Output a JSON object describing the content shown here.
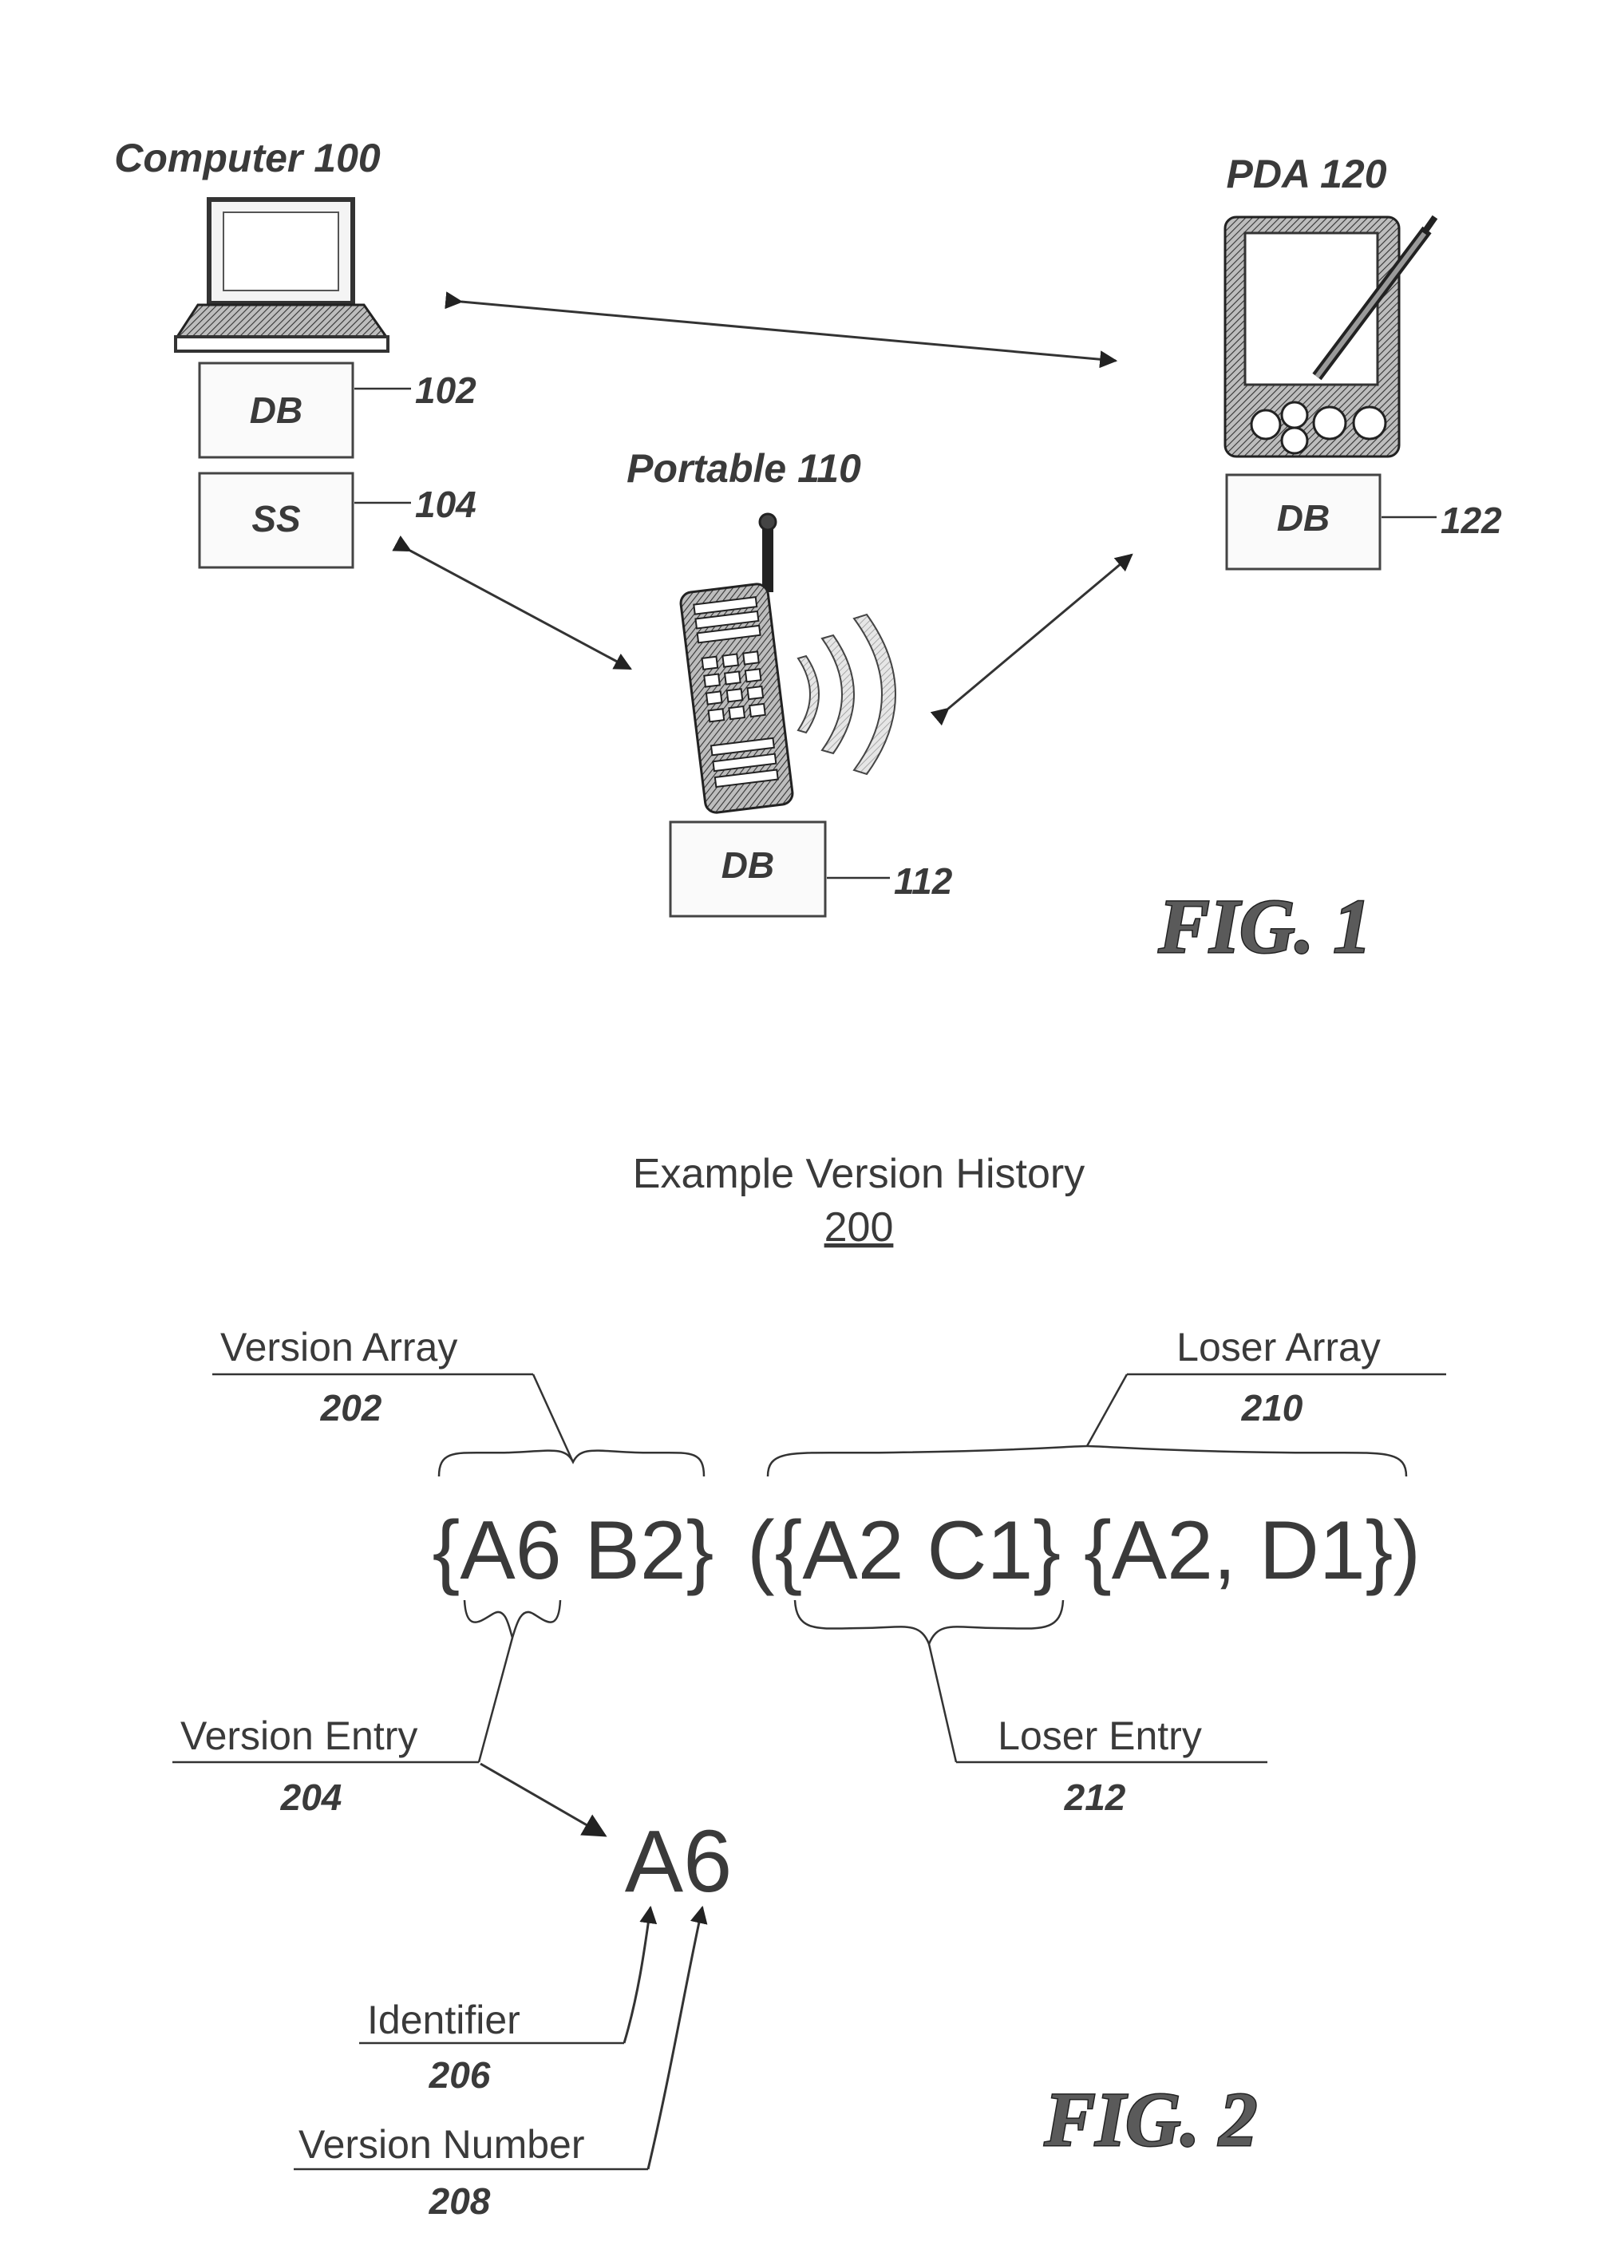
{
  "fig1": {
    "computer_label": "Computer 100",
    "pda_label": "PDA 120",
    "portable_label": "Portable 110",
    "db_computer": "DB",
    "ss_computer": "SS",
    "db_pda": "DB",
    "db_portable": "DB",
    "ref_102": "102",
    "ref_104": "104",
    "ref_122": "122",
    "ref_112": "112",
    "caption": "FIG. 1"
  },
  "fig2": {
    "title": "Example Version History",
    "title_ref": "200",
    "version_array_label": "Version Array",
    "version_array_ref": "202",
    "loser_array_label": "Loser Array",
    "loser_array_ref": "210",
    "version_array_expr": "{A6 B2}",
    "loser_array_expr": "({A2 C1} {A2, D1})",
    "version_entry_label": "Version Entry",
    "version_entry_ref": "204",
    "loser_entry_label": "Loser Entry",
    "loser_entry_ref": "212",
    "entry_example": "A6",
    "identifier_label": "Identifier",
    "identifier_ref": "206",
    "version_number_label": "Version Number",
    "version_number_ref": "208",
    "caption": "FIG. 2"
  }
}
